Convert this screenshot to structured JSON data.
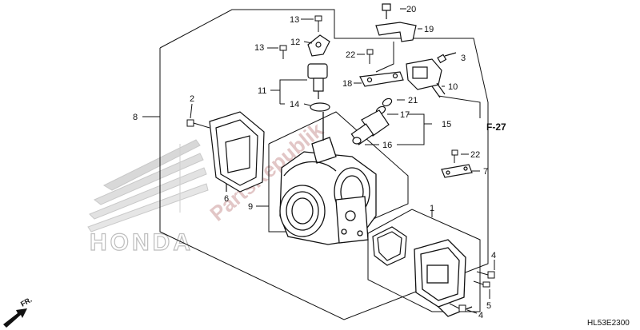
{
  "diagram": {
    "part_labels": [
      {
        "id": "13a",
        "text": "13"
      },
      {
        "id": "13b",
        "text": "13"
      },
      {
        "id": "12",
        "text": "12"
      },
      {
        "id": "11",
        "text": "11"
      },
      {
        "id": "14",
        "text": "14"
      },
      {
        "id": "8",
        "text": "8"
      },
      {
        "id": "2",
        "text": "2"
      },
      {
        "id": "6",
        "text": "6"
      },
      {
        "id": "9",
        "text": "9"
      },
      {
        "id": "20",
        "text": "20"
      },
      {
        "id": "19",
        "text": "19"
      },
      {
        "id": "22a",
        "text": "22"
      },
      {
        "id": "18",
        "text": "18"
      },
      {
        "id": "3",
        "text": "3"
      },
      {
        "id": "10",
        "text": "10"
      },
      {
        "id": "21",
        "text": "21"
      },
      {
        "id": "17",
        "text": "17"
      },
      {
        "id": "15",
        "text": "15"
      },
      {
        "id": "16",
        "text": "16"
      },
      {
        "id": "22b",
        "text": "22"
      },
      {
        "id": "7",
        "text": "7"
      },
      {
        "id": "1",
        "text": "1"
      },
      {
        "id": "4a",
        "text": "4"
      },
      {
        "id": "5",
        "text": "5"
      },
      {
        "id": "4b",
        "text": "4"
      }
    ],
    "reference": "F-27",
    "diagram_code": "HL53E2300",
    "direction": "FR.",
    "watermark": "PartsRepublik",
    "logo_text": "HONDA"
  },
  "colors": {
    "line": "#111111",
    "watermark": "#e2c6c6",
    "logo": "#c9c9c9"
  }
}
